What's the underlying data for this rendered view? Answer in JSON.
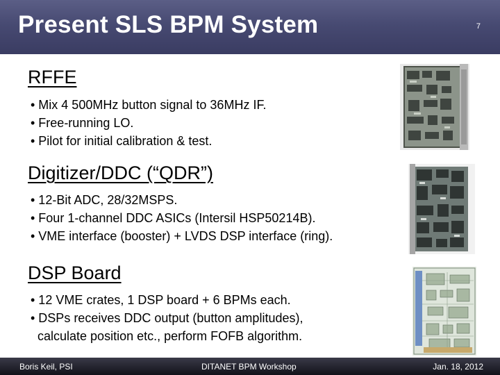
{
  "slide": {
    "title": "Present SLS BPM System",
    "page_number": "7"
  },
  "sections": [
    {
      "heading": "RFFE",
      "bullets": [
        "• Mix 4 500MHz button signal to 36MHz IF.",
        "• Free-running LO.",
        "• Pilot for initial calibration & test."
      ]
    },
    {
      "heading": "Digitizer/DDC (“QDR”)",
      "bullets": [
        "• 12-Bit ADC, 28/32MSPS.",
        "• Four 1-channel DDC ASICs (Intersil HSP50214B).",
        "• VME interface (booster) + LVDS DSP interface (ring)."
      ]
    },
    {
      "heading": "DSP Board",
      "bullets": [
        "• 12 VME crates, 1 DSP board + 6 BPMs each.",
        "• DSPs receives DDC output (button amplitudes),",
        "calculate position etc., perform FOFB algorithm."
      ]
    }
  ],
  "footer": {
    "left": "Boris Keil, PSI",
    "center": "DITANET BPM Workshop",
    "right": "Jan. 18, 2012"
  }
}
